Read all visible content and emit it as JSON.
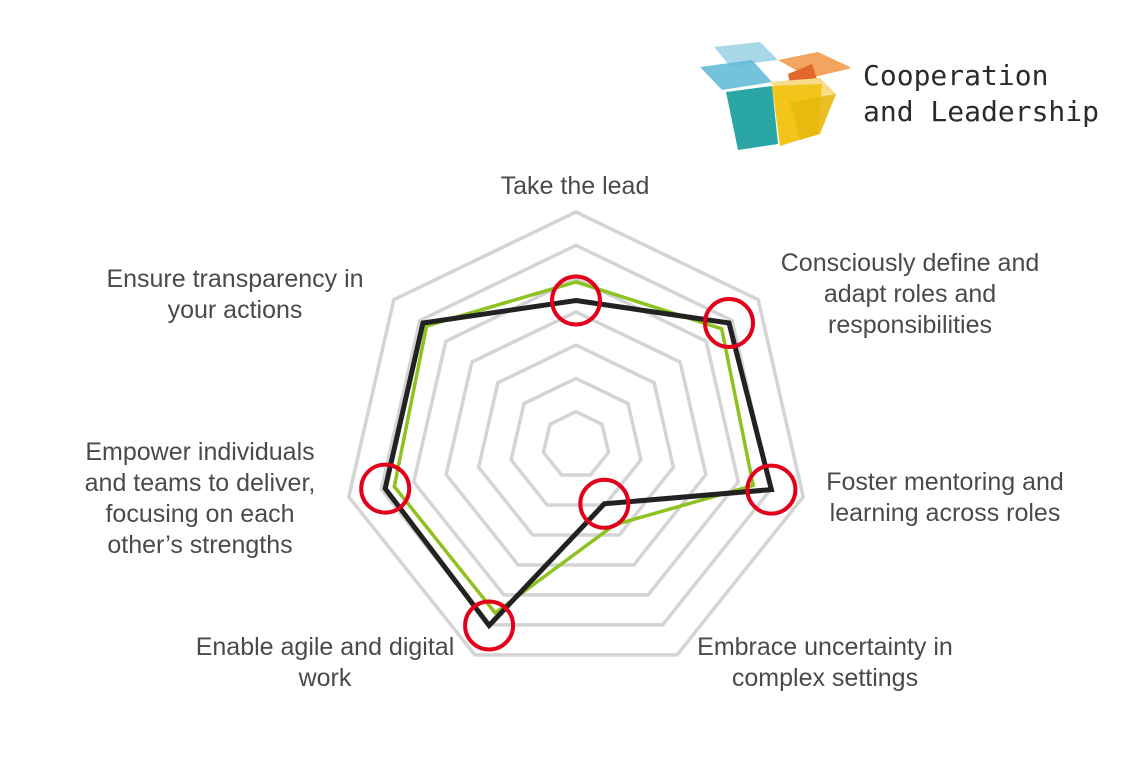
{
  "logo": {
    "line1": "Cooperation",
    "line2": "and Leadership"
  },
  "chart_data": {
    "type": "radar",
    "axes": [
      "Take the lead",
      "Consciously define and\nadapt roles and\nresponsibilities",
      "Foster mentoring and\nlearning across roles",
      "Embrace uncertainty in\ncomplex settings",
      "Enable agile and digital\nwork",
      "Empower individuals\nand teams to deliver,\nfocusing on each\nother’s strengths",
      "Ensure transparency in\nyour actions"
    ],
    "rings": 7,
    "range": [
      0,
      1
    ],
    "series": [
      {
        "color": "#8dc21f",
        "values": [
          0.7,
          0.8,
          0.78,
          0.38,
          0.8,
          0.8,
          0.82
        ]
      },
      {
        "color": "#222222",
        "values": [
          0.62,
          0.84,
          0.86,
          0.28,
          0.86,
          0.84,
          0.84
        ]
      }
    ],
    "highlighted_axes": [
      0,
      1,
      2,
      3,
      4,
      5
    ],
    "highlight_color": "#e2001a",
    "grid_color": "#d4d4d4"
  }
}
